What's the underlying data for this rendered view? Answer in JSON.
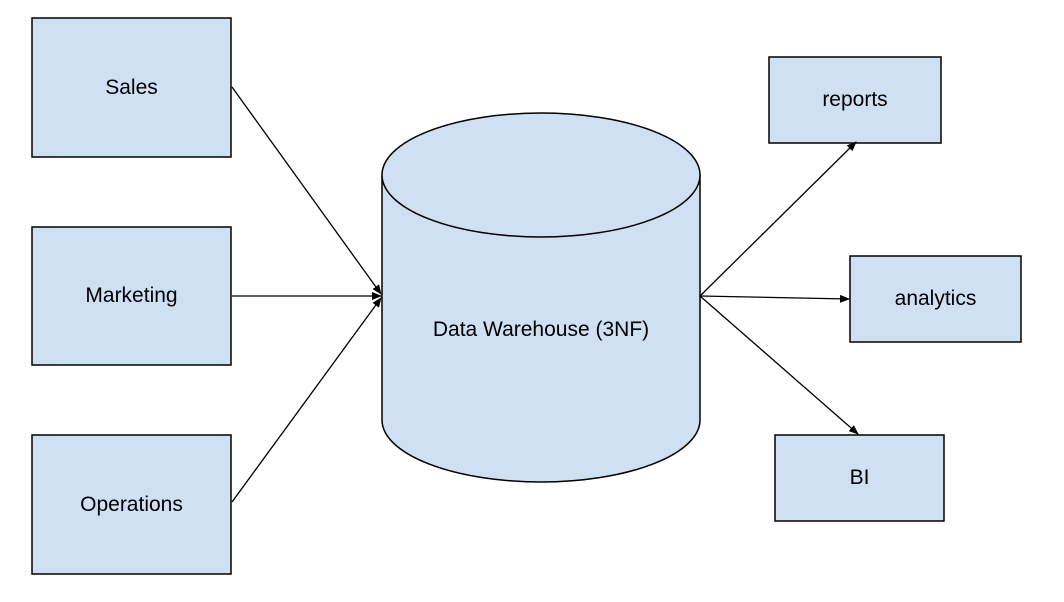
{
  "diagram": {
    "fill_color": "#cfe0f3",
    "stroke_color": "#000000",
    "sources": [
      {
        "label": "Sales"
      },
      {
        "label": "Marketing"
      },
      {
        "label": "Operations"
      }
    ],
    "warehouse": {
      "label": "Data Warehouse (3NF)"
    },
    "outputs": [
      {
        "label": "reports"
      },
      {
        "label": "analytics"
      },
      {
        "label": "BI"
      }
    ]
  }
}
